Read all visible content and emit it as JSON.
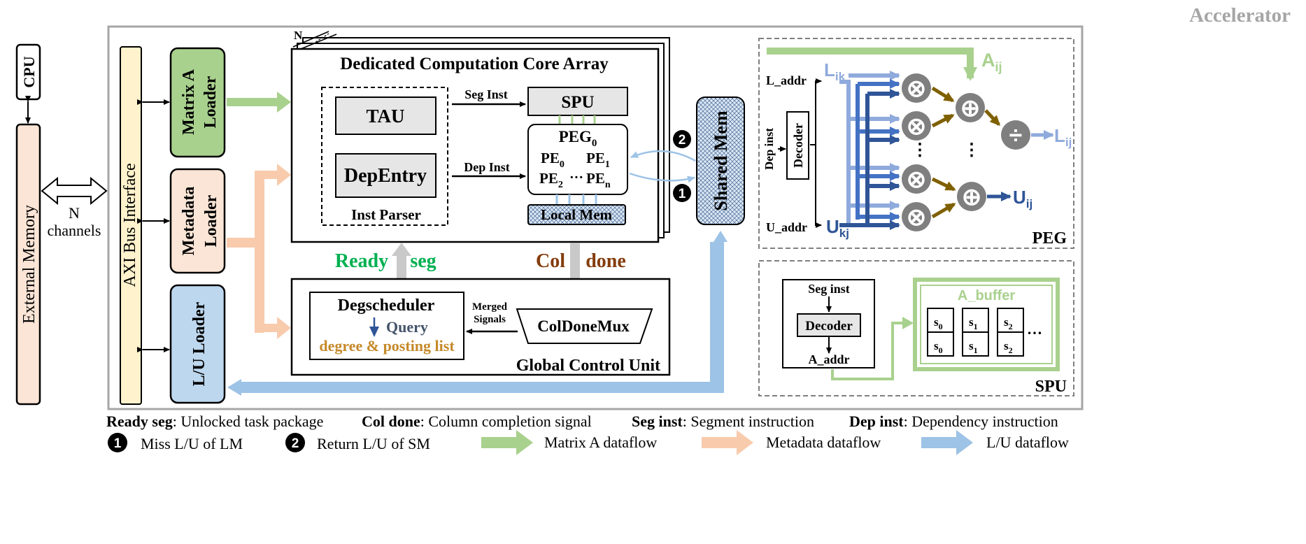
{
  "accelerator_label": "Accelerator",
  "cpu_label": "CPU",
  "external_memory_label": "External Memory",
  "channels": {
    "n": "N",
    "label": "channels"
  },
  "axi_label": "AXI Bus Interface",
  "loaders": {
    "matrix_a": [
      "Matrix A",
      "Loader"
    ],
    "metadata": [
      "Metadata",
      "Loader"
    ],
    "lu": "L/U Loader"
  },
  "core_array": {
    "title": "Dedicated Computation Core Array",
    "stack_n": "N",
    "tau": "TAU",
    "depentry": "DepEntry",
    "inst_parser": "Inst Parser",
    "seg_inst": "Seg Inst",
    "dep_inst": "Dep Inst",
    "spu": "SPU",
    "peg": {
      "base": "PEG",
      "sub": "0"
    },
    "pe": {
      "base": "PE",
      "sub0": "0",
      "sub1": "1",
      "sub2": "2",
      "subn": "n",
      "dots": "···"
    },
    "local_mem": "Local Mem"
  },
  "shared_mem": "Shared Mem",
  "markers": {
    "one": "1",
    "two": "2"
  },
  "signals": {
    "ready_a": "Ready",
    "ready_b": "seg",
    "col_a": "Col",
    "col_b": "done"
  },
  "gcu": {
    "title": "Global Control Unit",
    "degscheduler": "Degscheduler",
    "query": "Query",
    "degree_list": "degree & posting list",
    "merged": [
      "Merged",
      "Signals"
    ],
    "coldonemux": "ColDoneMux"
  },
  "peg_panel": {
    "title": "PEG",
    "l_addr": "L_addr",
    "u_addr": "U_addr",
    "dep_inst": "Dep inst",
    "decoder": "Decoder",
    "a": {
      "base": "A",
      "sub": "ij"
    },
    "lik": {
      "base": "L",
      "sub": "ik"
    },
    "ukj": {
      "base": "U",
      "sub": "kj"
    },
    "lij": {
      "base": "L",
      "sub": "ij"
    },
    "uij": {
      "base": "U",
      "sub": "ij"
    },
    "vdots": "⋮",
    "mul": "⊗",
    "add": "⊕",
    "div": "÷"
  },
  "spu_panel": {
    "title": "SPU",
    "seg_inst": "Seg inst",
    "decoder": "Decoder",
    "a_addr": "A_addr",
    "a_buffer": "A_buffer",
    "slot_base": "s",
    "slots": [
      "0",
      "1",
      "2"
    ],
    "ellipsis": "…"
  },
  "legend": {
    "terms": [
      {
        "term": "Ready seg",
        "desc": ": Unlocked task package"
      },
      {
        "term": "Col done",
        "desc": ": Column completion signal"
      },
      {
        "term": "Seg inst",
        "desc": ": Segment instruction"
      },
      {
        "term": "Dep inst",
        "desc": ": Dependency instruction"
      }
    ],
    "miss": "Miss L/U of LM",
    "return": "Return L/U of SM",
    "matrix_a_flow": "Matrix A dataflow",
    "metadata_flow": "Metadata dataflow",
    "lu_flow": "L/U dataflow"
  },
  "colors": {
    "green_arrow": "#a9d18e",
    "green_fill": "#a9d18e",
    "orange_arrow": "#f8cbad",
    "orange_fill": "#fbe5d6",
    "blue_arrow": "#9dc3e6",
    "blue_fill": "#bdd7ee",
    "dark_blue": "#2f5597",
    "mid_blue": "#4472c4",
    "light_blue": "#8faadc",
    "gray": "#a6a6a6",
    "gray_fill": "#e7e6e6",
    "green_text": "#00b050",
    "brown_text": "#843c0c",
    "orange_text": "#c5892a",
    "olive_arrow": "#7f6000",
    "axi_fill": "#fff2cc",
    "mem_fill": "#fbe5d6"
  }
}
